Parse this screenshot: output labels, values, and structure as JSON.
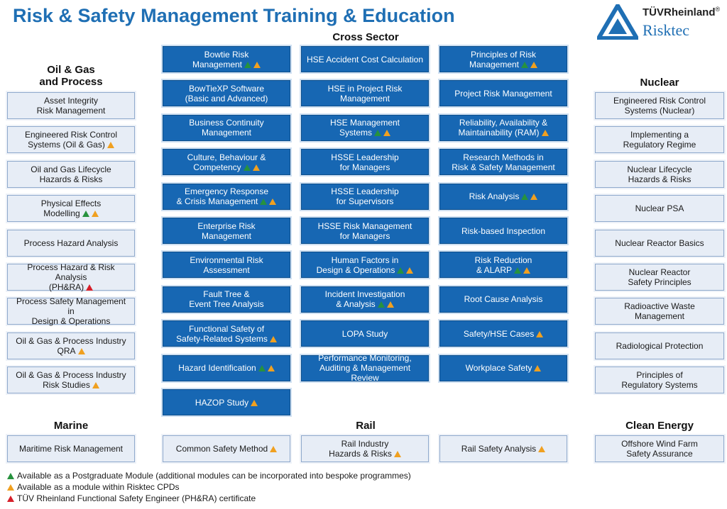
{
  "title": "Risk & Safety Management Training & Education",
  "logo": {
    "brand": "TÜVRheinland",
    "registered": "®",
    "name": "Risktec",
    "icon": "triangle-logo-icon"
  },
  "colors": {
    "blue_box": "#1767b3",
    "light_box": "#e7edf6",
    "title": "#1f6fb4",
    "green": "#27923e",
    "amber": "#f0a020",
    "red": "#d61f2a"
  },
  "headings": {
    "cross_sector": "Cross Sector",
    "oil_gas": "Oil & Gas\nand Process",
    "nuclear": "Nuclear",
    "marine": "Marine",
    "rail": "Rail",
    "clean_energy": "Clean Energy"
  },
  "oil_gas": [
    {
      "label": "Asset Integrity\nRisk Management",
      "marks": []
    },
    {
      "label": "Engineered Risk Control\nSystems (Oil & Gas)",
      "marks": [
        "amber"
      ]
    },
    {
      "label": "Oil and Gas Lifecycle\nHazards & Risks",
      "marks": []
    },
    {
      "label": "Physical Effects\nModelling",
      "marks": [
        "green",
        "amber"
      ]
    },
    {
      "label": "Process Hazard Analysis",
      "marks": []
    },
    {
      "label": "Process Hazard & Risk Analysis\n(PH&RA)",
      "marks": [
        "red"
      ]
    },
    {
      "label": "Process Safety Management in\nDesign & Operations",
      "marks": []
    },
    {
      "label": "Oil & Gas & Process Industry\nQRA",
      "marks": [
        "amber"
      ]
    },
    {
      "label": "Oil & Gas & Process Industry\nRisk Studies",
      "marks": [
        "amber"
      ]
    }
  ],
  "cross_col1": [
    {
      "label": "Bowtie Risk\nManagement",
      "marks": [
        "green",
        "amber"
      ]
    },
    {
      "label": "BowTieXP Software\n(Basic and Advanced)",
      "marks": []
    },
    {
      "label": "Business Continuity\nManagement",
      "marks": []
    },
    {
      "label": "Culture, Behaviour &\nCompetency",
      "marks": [
        "green",
        "amber"
      ]
    },
    {
      "label": "Emergency Response\n& Crisis Management",
      "marks": [
        "green",
        "amber"
      ]
    },
    {
      "label": "Enterprise Risk\nManagement",
      "marks": []
    },
    {
      "label": "Environmental Risk\nAssessment",
      "marks": []
    },
    {
      "label": "Fault Tree &\nEvent Tree Analysis",
      "marks": []
    },
    {
      "label": "Functional Safety of\nSafety-Related Systems",
      "marks": [
        "amber"
      ]
    },
    {
      "label": "Hazard Identification",
      "marks": [
        "green",
        "amber"
      ]
    },
    {
      "label": "HAZOP Study",
      "marks": [
        "amber"
      ]
    }
  ],
  "cross_col2": [
    {
      "label": "HSE Accident Cost Calculation",
      "marks": []
    },
    {
      "label": "HSE in Project Risk\nManagement",
      "marks": []
    },
    {
      "label": "HSE Management\nSystems",
      "marks": [
        "green",
        "amber"
      ]
    },
    {
      "label": "HSSE Leadership\nfor Managers",
      "marks": []
    },
    {
      "label": "HSSE Leadership\nfor Supervisors",
      "marks": []
    },
    {
      "label": "HSSE Risk Management\nfor Managers",
      "marks": []
    },
    {
      "label": "Human Factors in\nDesign & Operations",
      "marks": [
        "green",
        "amber"
      ]
    },
    {
      "label": "Incident Investigation\n& Analysis",
      "marks": [
        "green",
        "amber"
      ]
    },
    {
      "label": "LOPA Study",
      "marks": []
    },
    {
      "label": "Performance Monitoring,\nAuditing & Management Review",
      "marks": []
    }
  ],
  "cross_col3": [
    {
      "label": "Principles of Risk\nManagement",
      "marks": [
        "green",
        "amber"
      ]
    },
    {
      "label": "Project Risk Management",
      "marks": []
    },
    {
      "label": "Reliability, Availability &\nMaintainability (RAM)",
      "marks": [
        "amber"
      ]
    },
    {
      "label": "Research Methods in\nRisk & Safety Management",
      "marks": []
    },
    {
      "label": "Risk Analysis",
      "marks": [
        "green",
        "amber"
      ]
    },
    {
      "label": "Risk-based Inspection",
      "marks": []
    },
    {
      "label": "Risk Reduction\n& ALARP",
      "marks": [
        "green",
        "amber"
      ]
    },
    {
      "label": "Root Cause Analysis",
      "marks": []
    },
    {
      "label": "Safety/HSE Cases",
      "marks": [
        "amber"
      ]
    },
    {
      "label": "Workplace Safety",
      "marks": [
        "amber"
      ]
    }
  ],
  "nuclear": [
    {
      "label": "Engineered Risk Control\nSystems (Nuclear)",
      "marks": []
    },
    {
      "label": "Implementing a\nRegulatory Regime",
      "marks": []
    },
    {
      "label": "Nuclear Lifecycle\nHazards & Risks",
      "marks": []
    },
    {
      "label": "Nuclear PSA",
      "marks": []
    },
    {
      "label": "Nuclear Reactor Basics",
      "marks": []
    },
    {
      "label": "Nuclear Reactor\nSafety Principles",
      "marks": []
    },
    {
      "label": "Radioactive Waste\nManagement",
      "marks": []
    },
    {
      "label": "Radiological Protection",
      "marks": []
    },
    {
      "label": "Principles of\nRegulatory Systems",
      "marks": []
    }
  ],
  "bottom": {
    "marine": {
      "label": "Maritime Risk Management",
      "marks": []
    },
    "rail": [
      {
        "label": "Common Safety Method",
        "marks": [
          "amber"
        ]
      },
      {
        "label": "Rail Industry\nHazards & Risks",
        "marks": [
          "amber"
        ]
      },
      {
        "label": "Rail Safety Analysis",
        "marks": [
          "amber"
        ]
      }
    ],
    "clean_energy": {
      "label": "Offshore Wind Farm\nSafety Assurance",
      "marks": []
    }
  },
  "legend": [
    {
      "color": "green",
      "text": "Available as a Postgraduate Module (additional modules can be incorporated into bespoke programmes)"
    },
    {
      "color": "amber",
      "text": "Available as a module within Risktec CPDs"
    },
    {
      "color": "red",
      "text": "TÜV Rheinland Functional Safety Engineer (PH&RA) certificate"
    }
  ]
}
